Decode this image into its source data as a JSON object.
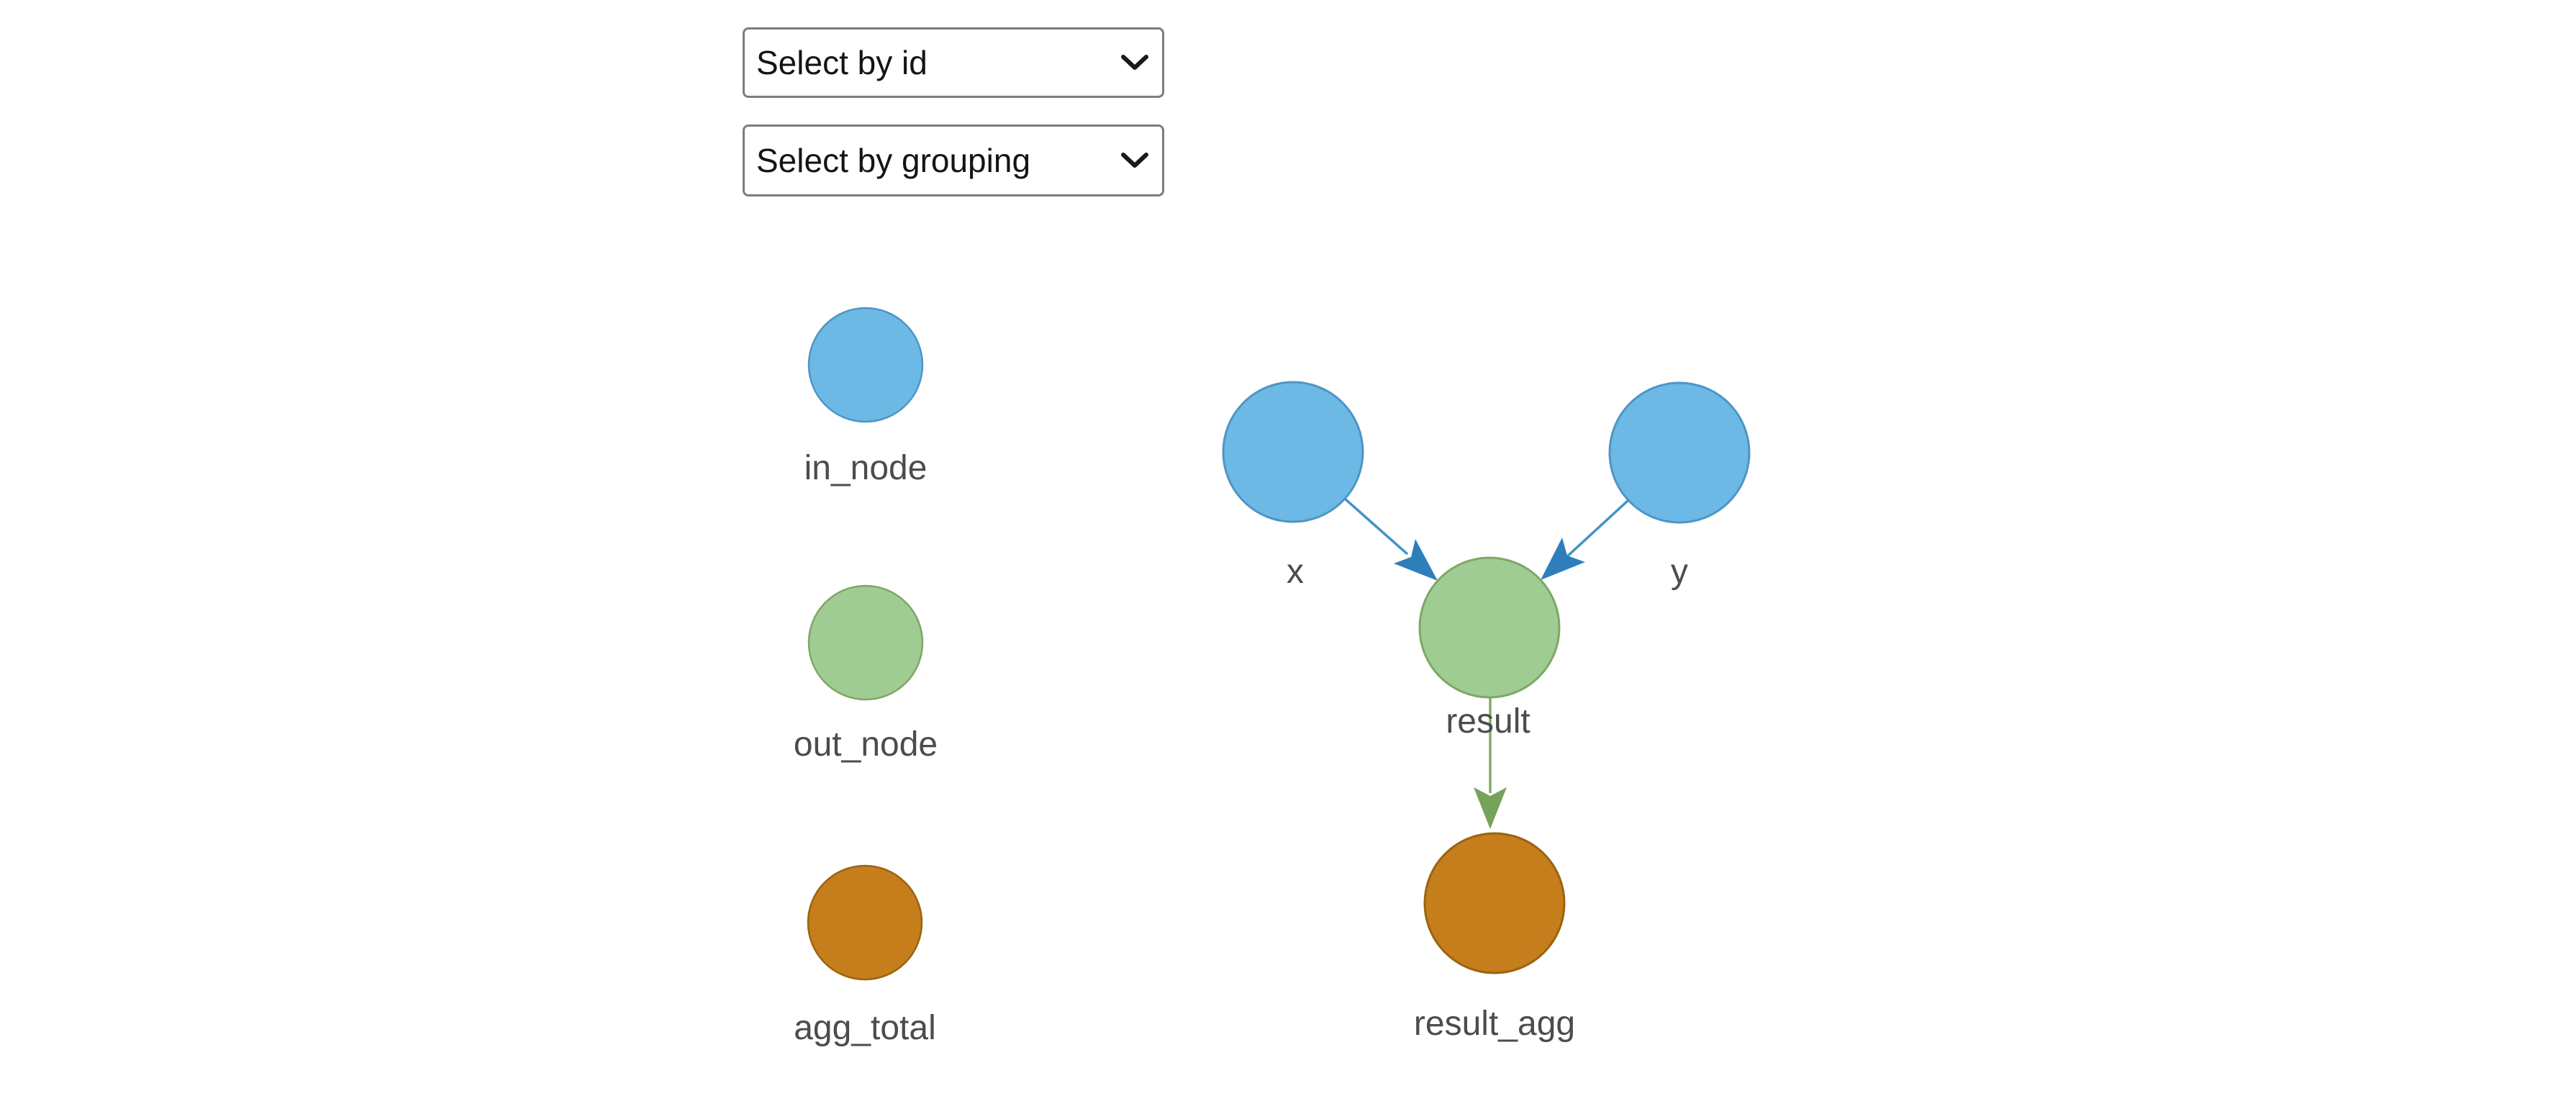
{
  "controls": {
    "select_by_id": "Select by id",
    "select_by_grouping": "Select by grouping"
  },
  "legend": {
    "items": [
      {
        "label": "in_node",
        "fill": "#6CB9E5",
        "stroke": "#4E95C5"
      },
      {
        "label": "out_node",
        "fill": "#9FCC92",
        "stroke": "#7FA765"
      },
      {
        "label": "agg_total",
        "fill": "#C57E1B",
        "stroke": "#9A6410"
      }
    ]
  },
  "graph": {
    "nodes": [
      {
        "id": "x",
        "label": "x",
        "group": "in_node"
      },
      {
        "id": "y",
        "label": "y",
        "group": "in_node"
      },
      {
        "id": "result",
        "label": "result",
        "group": "out_node"
      },
      {
        "id": "result_agg",
        "label": "result_agg",
        "group": "agg_total"
      }
    ],
    "edges": [
      {
        "from": "x",
        "to": "result",
        "color": "#2E7EBC"
      },
      {
        "from": "y",
        "to": "result",
        "color": "#2E7EBC"
      },
      {
        "from": "result",
        "to": "result_agg",
        "color": "#77A25A"
      }
    ]
  },
  "colors": {
    "background": "#FFFFFF",
    "node_label": "#4C4C4C",
    "in_fill": "#6CB9E5",
    "in_stroke": "#4E95C5",
    "out_fill": "#9FCC92",
    "out_stroke": "#7FA765",
    "agg_fill": "#C57E1B",
    "agg_stroke": "#9A6410",
    "edge_blue_line": "#4392C6",
    "edge_blue_arrow": "#2E7EBC",
    "edge_green_line": "#84AB68",
    "edge_green_arrow": "#77A25A"
  }
}
